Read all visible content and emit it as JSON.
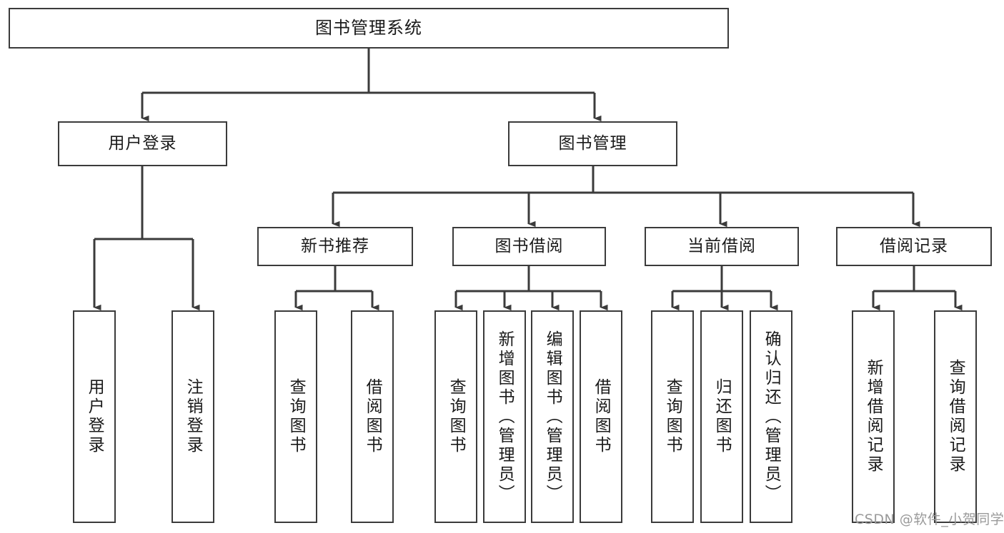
{
  "diagram": {
    "title": "图书管理系统",
    "type": "tree-hierarchy-diagram",
    "watermark": "CSDN @软件_小贺同学",
    "colors": {
      "box_border": "#3b3b3b",
      "box_fill": "#ffffff",
      "edge": "#3b3b3b",
      "text": "#1a1a1a",
      "watermark": "#9a9a9a",
      "background": "#ffffff"
    },
    "root": {
      "label": "图书管理系统"
    },
    "level2": [
      {
        "label": "用户登录"
      },
      {
        "label": "图书管理"
      }
    ],
    "level3": [
      {
        "label": "新书推荐"
      },
      {
        "label": "图书借阅"
      },
      {
        "label": "当前借阅"
      },
      {
        "label": "借阅记录"
      }
    ],
    "leaves": {
      "user_login": [
        {
          "label": "用户登录"
        },
        {
          "label": "注销登录"
        }
      ],
      "new_book_recommend": [
        {
          "label": "查询图书"
        },
        {
          "label": "借阅图书"
        }
      ],
      "book_borrow": [
        {
          "label": "查询图书"
        },
        {
          "label": "新增图书（管理员）"
        },
        {
          "label": "编辑图书（管理员）"
        },
        {
          "label": "借阅图书"
        }
      ],
      "current_borrow": [
        {
          "label": "查询图书"
        },
        {
          "label": "归还图书"
        },
        {
          "label": "确认归还（管理员）"
        }
      ],
      "borrow_record": [
        {
          "label": "新增借阅记录"
        },
        {
          "label": "查询借阅记录"
        }
      ]
    }
  }
}
